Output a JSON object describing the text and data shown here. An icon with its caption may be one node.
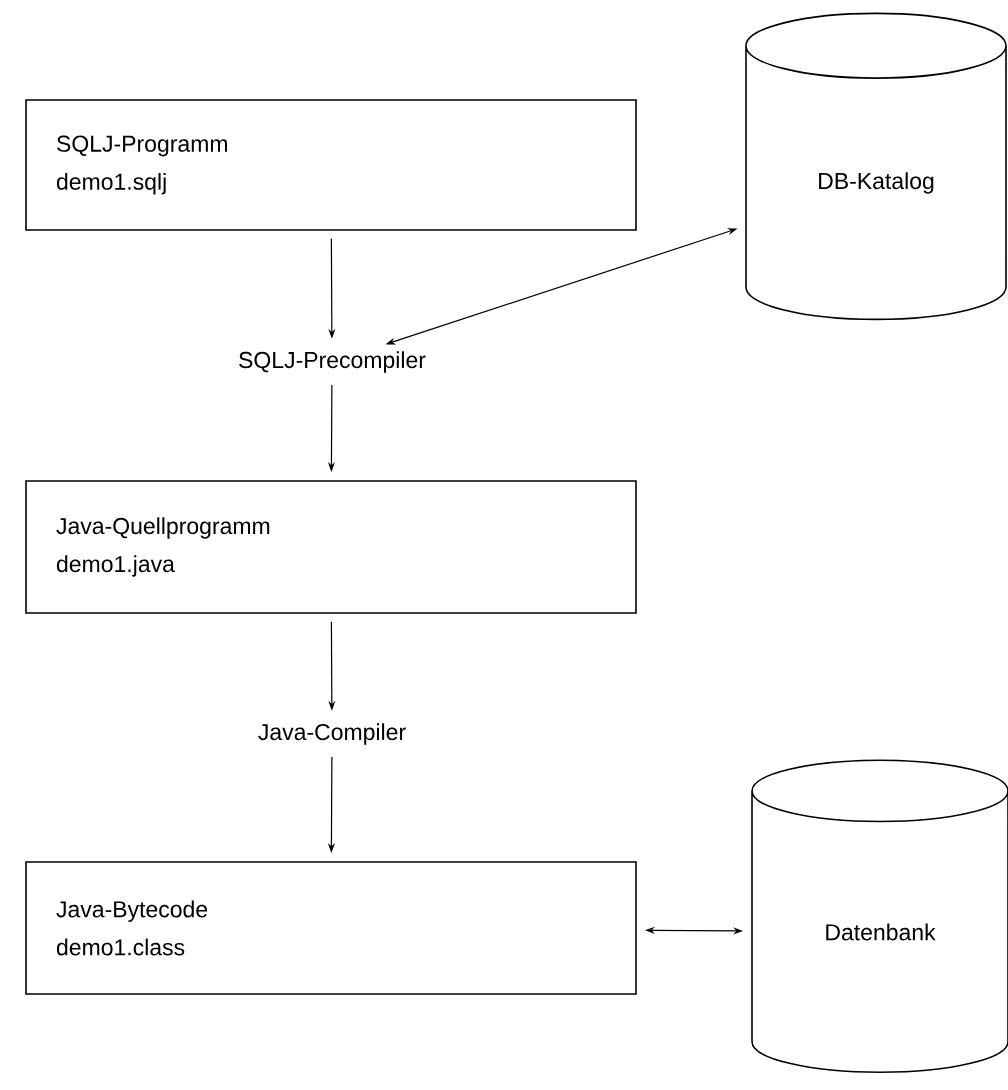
{
  "diagram": {
    "nodes": [
      {
        "text": [
          "SQLJ-Programm",
          "demo1.sqlj"
        ]
      },
      {
        "text": [
          "SQLJ-Precompiler"
        ]
      },
      {
        "text": [
          "DB-Katalog"
        ]
      },
      {
        "text": [
          "Java-Quellprogramm",
          "demo1.java"
        ]
      },
      {
        "text": [
          "Java-Compiler"
        ]
      },
      {
        "text": [
          "Java-Bytecode",
          "demo1.class"
        ]
      },
      {
        "text": [
          "Datenbank"
        ]
      }
    ],
    "edges": [
      {
        "from": 0,
        "to": 1,
        "arrow": "to"
      },
      {
        "from": 1,
        "to": 2,
        "arrow": "both"
      },
      {
        "from": 1,
        "to": 3,
        "arrow": "to"
      },
      {
        "from": 3,
        "to": 4,
        "arrow": "to"
      },
      {
        "from": 4,
        "to": 5,
        "arrow": "to"
      },
      {
        "from": 5,
        "to": 6,
        "arrow": "both"
      }
    ]
  }
}
